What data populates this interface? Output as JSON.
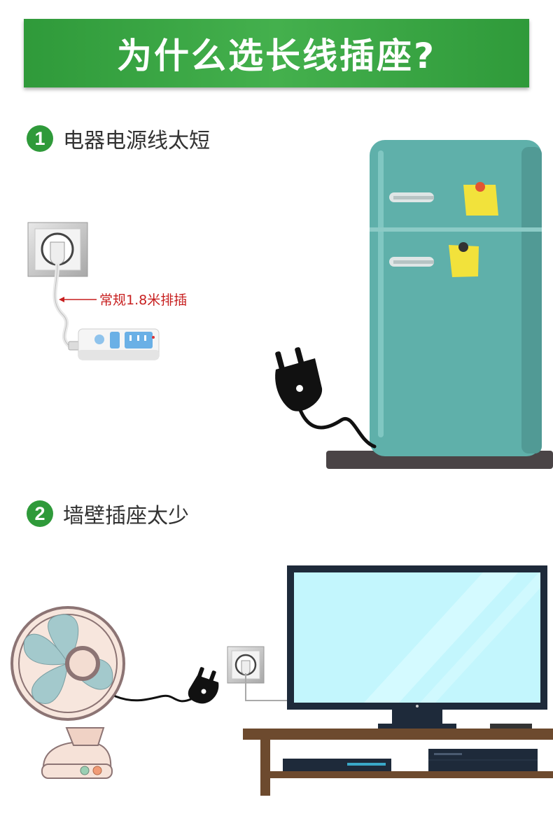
{
  "header": {
    "title": "为什么选长线插座?"
  },
  "sections": [
    {
      "number": "1",
      "title": "电器电源线太短",
      "callout": "常规1.8米排插"
    },
    {
      "number": "2",
      "title": "墙壁插座太少"
    }
  ],
  "colors": {
    "banner_green": "#3aa845",
    "callout_red": "#c71f1f",
    "fridge_teal": "#5fb0aa",
    "tv_screen": "#c3f6fd",
    "wood_brown": "#6d4a2e"
  }
}
